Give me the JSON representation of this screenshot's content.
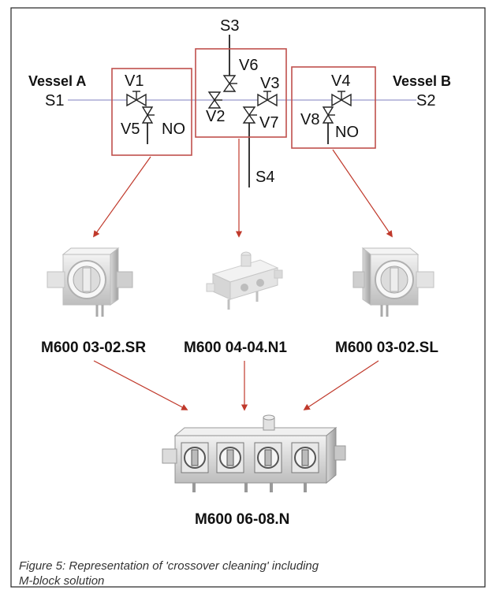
{
  "figure": {
    "vessels": {
      "a": {
        "name": "Vessel A",
        "port": "S1"
      },
      "b": {
        "name": "Vessel B",
        "port": "S2"
      }
    },
    "ports": {
      "top": "S3",
      "bottom": "S4"
    },
    "valves": {
      "v1": "V1",
      "v2": "V2",
      "v3": "V3",
      "v4": "V4",
      "v5": "V5",
      "v6": "V6",
      "v7": "V7",
      "v8": "V8"
    },
    "no_labels": {
      "left": "NO",
      "right": "NO"
    },
    "parts": {
      "left": "M600 03-02.SR",
      "center": "M600 04-04.N1",
      "right": "M600 03-02.SL",
      "combined": "M600 06-08.N"
    },
    "caption": {
      "line1": "Figure 5: Representation of 'crossover cleaning' including",
      "line2": "M-block solution"
    }
  },
  "colors": {
    "box": "#c0504d",
    "arrow": "#c0392b",
    "pipe": "#9999cc",
    "line": "#222222",
    "part_light": "#e6e6e6",
    "part_mid": "#cfcfcf",
    "part_dark": "#a9a9a9",
    "caption": "#333333"
  }
}
